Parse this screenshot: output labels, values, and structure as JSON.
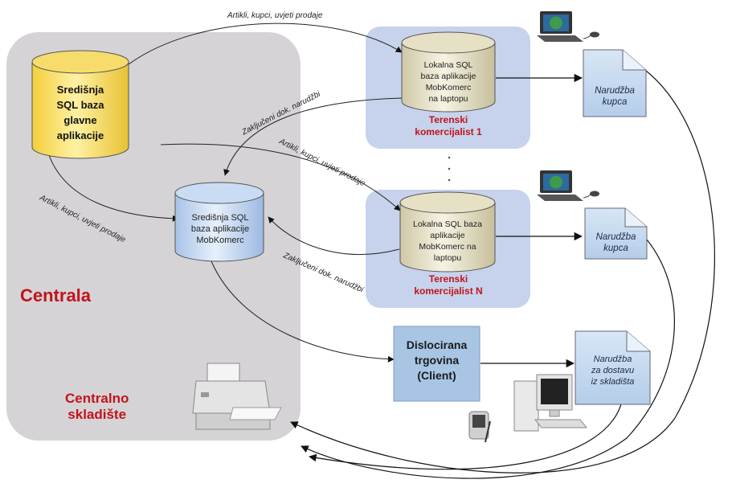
{
  "centrala": {
    "title": "Centrala",
    "warehouse": "Centralno\nskladište"
  },
  "central_main_db": "Središnja\nSQL baza\nglavne\naplikacije",
  "central_mob_db": "Središnja SQL\nbaza aplikacije\nMobKomerc",
  "field_agent_1": {
    "db": "Lokalna SQL\nbaza aplikacije\nMobKomerc\nna laptopu",
    "title": "Terenski\nkomercijalist 1",
    "order_doc": "Narudžba\nkupca"
  },
  "field_agent_n": {
    "db": "Lokalna SQL baza\naplikacije\nMobKomerc na\nlaptopu",
    "title": "Terenski\nkomercijalist N",
    "order_doc": "Narudžba\nkupca"
  },
  "remote_store": {
    "title": "Dislocirana\ntrgovina\n(Client)",
    "order_doc": "Narudžba\nza dostavu\niz skladišta"
  },
  "arrow_labels": {
    "top": "Artikli, kupci, uvjeti prodaje",
    "closed_1": "Zaključeni dok. narudžbi",
    "mid": "Artikli, kupci, uvjeti prodaje",
    "left": "Artikli, kupci, uvjeti prodaje",
    "closed_n": "Zaključeni dok. narudžbi"
  },
  "colors": {
    "centrala_bg": "#d6d3d6",
    "field_bg": "#c7d3ec",
    "main_db": "#ffe87a",
    "mob_db": "#cfe0f7",
    "local_db": "#ece8d3",
    "store_box": "#a9c5e4",
    "red_text": "#c0141b"
  },
  "icons": [
    "laptop-icon",
    "laptop-icon",
    "printer-icon",
    "desktop-computer-icon",
    "pda-icon"
  ]
}
